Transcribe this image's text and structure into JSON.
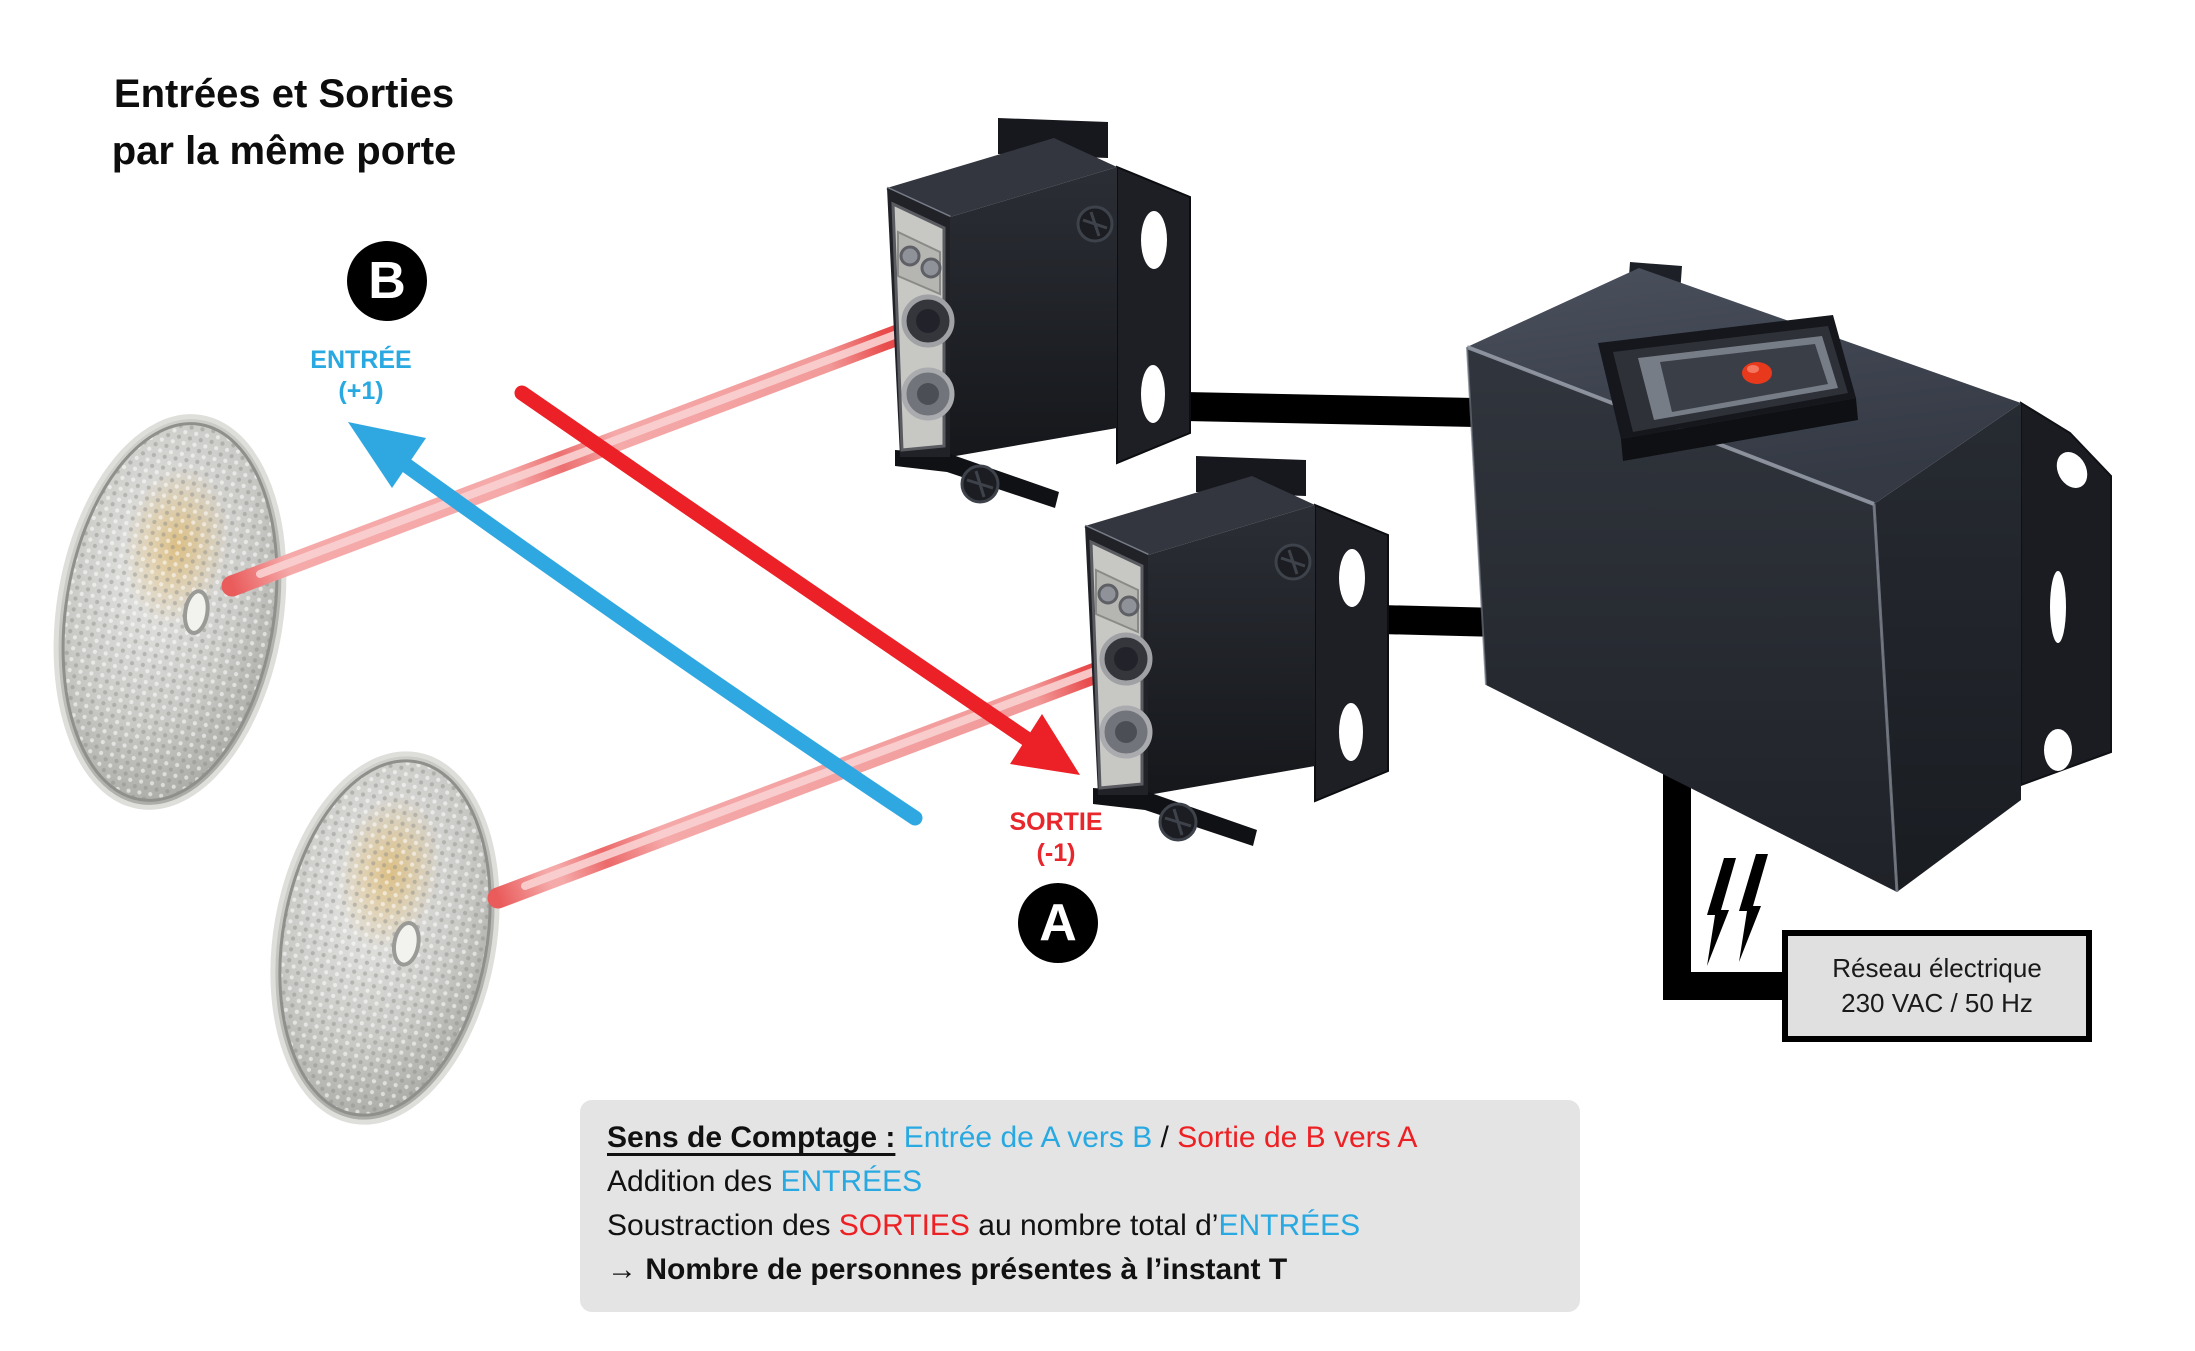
{
  "title": {
    "line1": "Entrées et Sorties",
    "line2": "par la même porte"
  },
  "badges": {
    "b": "B",
    "a": "A"
  },
  "labels": {
    "entree": {
      "name": "ENTRÉE",
      "value": "(+1)"
    },
    "sortie": {
      "name": "SORTIE",
      "value": "(-1)"
    }
  },
  "power_box": {
    "line1": "Réseau électrique",
    "line2": "230 VAC / 50 Hz"
  },
  "legend": {
    "line1": {
      "heading": "Sens de Comptage :",
      "blue": " Entrée de A vers B",
      "separator": " / ",
      "red": "Sortie de B vers A"
    },
    "line2": {
      "black": "Addition des ",
      "blue": "ENTRÉES"
    },
    "line3": {
      "black1": "Soustraction des ",
      "red": "SORTIES",
      "black2": " au nombre total d’",
      "blue": "ENTRÉES"
    },
    "line4": {
      "arrow": "→ ",
      "text": "Nombre de personnes présentes à l’instant T"
    }
  },
  "colors": {
    "entry_blue": "#29a9e1",
    "exit_red": "#ed2024",
    "beam_pink": "#f5a9a9",
    "legend_background": "#e4e4e4",
    "power_box_background": "#e0e0e0",
    "device_dark": "#2e323a"
  },
  "icons": {
    "lightning": "lightning-icon",
    "reflector": "reflector-disc",
    "sensor": "photoelectric-sensor",
    "controller": "counter-control-box"
  }
}
